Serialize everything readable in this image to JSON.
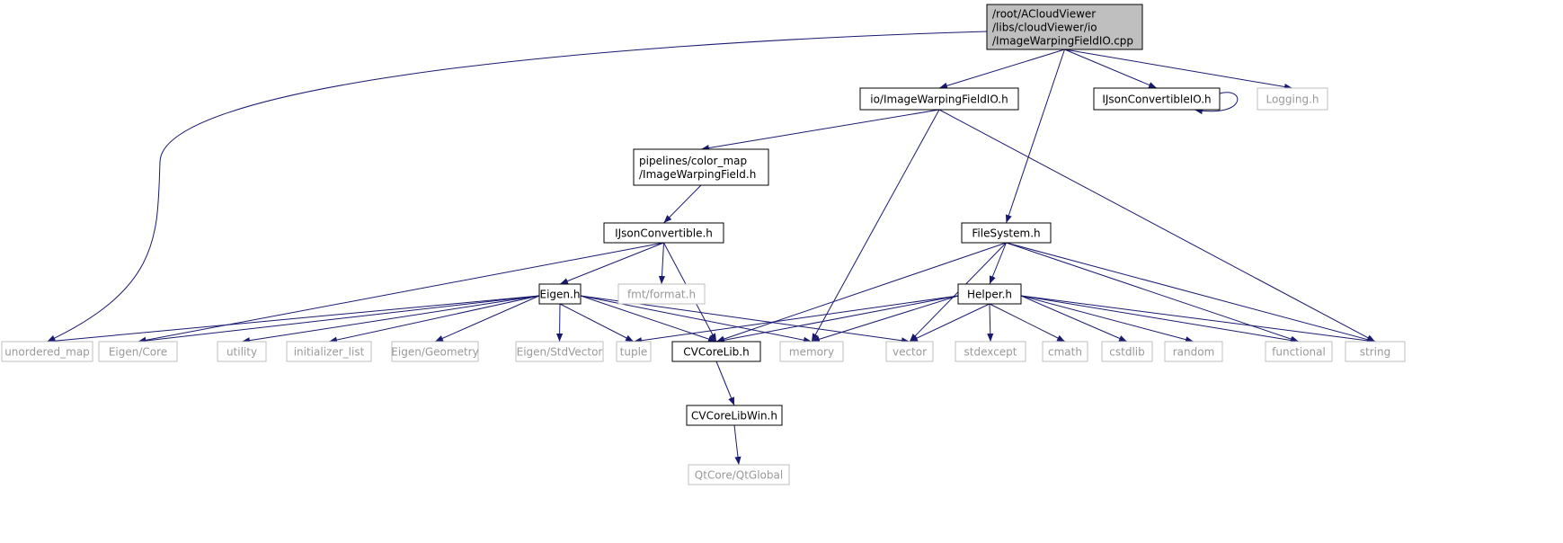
{
  "colors": {
    "edge": "#191970",
    "root_fill": "#bfbfbf",
    "documented_border": "#000000",
    "external_border": "#bfbfbf"
  },
  "nodes": [
    {
      "id": "root",
      "lines": [
        "/root/ACloudViewer",
        "/libs/cloudViewer/io",
        "/ImageWarpingFieldIO.cpp"
      ],
      "kind": "root"
    },
    {
      "id": "iwfio",
      "lines": [
        "io/ImageWarpingFieldIO.h"
      ],
      "kind": "doc"
    },
    {
      "id": "ijcio",
      "lines": [
        "IJsonConvertibleIO.h"
      ],
      "kind": "doc"
    },
    {
      "id": "logging",
      "lines": [
        "Logging.h"
      ],
      "kind": "ext"
    },
    {
      "id": "iwf",
      "lines": [
        "pipelines/color_map",
        "/ImageWarpingField.h"
      ],
      "kind": "doc"
    },
    {
      "id": "ijc",
      "lines": [
        "IJsonConvertible.h"
      ],
      "kind": "doc"
    },
    {
      "id": "fs",
      "lines": [
        "FileSystem.h"
      ],
      "kind": "doc"
    },
    {
      "id": "eigen",
      "lines": [
        "Eigen.h"
      ],
      "kind": "doc"
    },
    {
      "id": "fmt",
      "lines": [
        "fmt/format.h"
      ],
      "kind": "ext"
    },
    {
      "id": "helper",
      "lines": [
        "Helper.h"
      ],
      "kind": "doc"
    },
    {
      "id": "umap",
      "lines": [
        "unordered_map"
      ],
      "kind": "ext"
    },
    {
      "id": "ecore",
      "lines": [
        "Eigen/Core"
      ],
      "kind": "ext"
    },
    {
      "id": "utility",
      "lines": [
        "utility"
      ],
      "kind": "ext"
    },
    {
      "id": "initlist",
      "lines": [
        "initializer_list"
      ],
      "kind": "ext"
    },
    {
      "id": "egeom",
      "lines": [
        "Eigen/Geometry"
      ],
      "kind": "ext"
    },
    {
      "id": "estdvec",
      "lines": [
        "Eigen/StdVector"
      ],
      "kind": "ext"
    },
    {
      "id": "tuple",
      "lines": [
        "tuple"
      ],
      "kind": "ext"
    },
    {
      "id": "cvcore",
      "lines": [
        "CVCoreLib.h"
      ],
      "kind": "doc"
    },
    {
      "id": "memory",
      "lines": [
        "memory"
      ],
      "kind": "ext"
    },
    {
      "id": "vector",
      "lines": [
        "vector"
      ],
      "kind": "ext"
    },
    {
      "id": "stdexcept",
      "lines": [
        "stdexcept"
      ],
      "kind": "ext"
    },
    {
      "id": "cmath",
      "lines": [
        "cmath"
      ],
      "kind": "ext"
    },
    {
      "id": "cstdlib",
      "lines": [
        "cstdlib"
      ],
      "kind": "ext"
    },
    {
      "id": "random",
      "lines": [
        "random"
      ],
      "kind": "ext"
    },
    {
      "id": "functional",
      "lines": [
        "functional"
      ],
      "kind": "ext"
    },
    {
      "id": "string",
      "lines": [
        "string"
      ],
      "kind": "ext"
    },
    {
      "id": "cvwin",
      "lines": [
        "CVCoreLibWin.h"
      ],
      "kind": "doc"
    },
    {
      "id": "qtglobal",
      "lines": [
        "QtCore/QtGlobal"
      ],
      "kind": "ext"
    }
  ],
  "edges": [
    [
      "root",
      "umap"
    ],
    [
      "root",
      "iwfio"
    ],
    [
      "root",
      "ijcio"
    ],
    [
      "root",
      "logging"
    ],
    [
      "root",
      "fs"
    ],
    [
      "iwfio",
      "iwf"
    ],
    [
      "iwfio",
      "memory"
    ],
    [
      "iwfio",
      "string"
    ],
    [
      "ijcio",
      "ijcio"
    ],
    [
      "iwf",
      "ijc"
    ],
    [
      "ijc",
      "eigen"
    ],
    [
      "ijc",
      "fmt"
    ],
    [
      "ijc",
      "cvcore"
    ],
    [
      "ijc",
      "ecore"
    ],
    [
      "fs",
      "helper"
    ],
    [
      "fs",
      "cvcore"
    ],
    [
      "fs",
      "vector"
    ],
    [
      "fs",
      "functional"
    ],
    [
      "fs",
      "string"
    ],
    [
      "eigen",
      "umap"
    ],
    [
      "eigen",
      "ecore"
    ],
    [
      "eigen",
      "utility"
    ],
    [
      "eigen",
      "initlist"
    ],
    [
      "eigen",
      "egeom"
    ],
    [
      "eigen",
      "estdvec"
    ],
    [
      "eigen",
      "tuple"
    ],
    [
      "eigen",
      "cvcore"
    ],
    [
      "eigen",
      "memory"
    ],
    [
      "eigen",
      "vector"
    ],
    [
      "helper",
      "tuple"
    ],
    [
      "helper",
      "cvcore"
    ],
    [
      "helper",
      "memory"
    ],
    [
      "helper",
      "vector"
    ],
    [
      "helper",
      "stdexcept"
    ],
    [
      "helper",
      "cmath"
    ],
    [
      "helper",
      "cstdlib"
    ],
    [
      "helper",
      "random"
    ],
    [
      "helper",
      "functional"
    ],
    [
      "helper",
      "string"
    ],
    [
      "cvcore",
      "cvwin"
    ],
    [
      "cvwin",
      "qtglobal"
    ]
  ]
}
